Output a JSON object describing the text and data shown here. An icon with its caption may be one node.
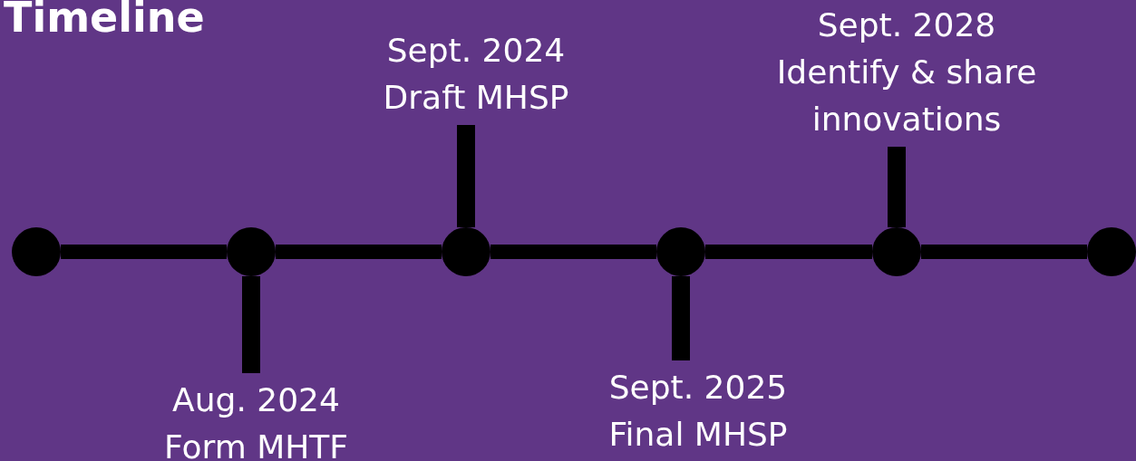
{
  "diagram": {
    "title": "Timeline",
    "nodes": [
      {
        "text": [],
        "shape": "circle"
      },
      {
        "text": [],
        "shape": "circle"
      },
      {
        "text": [],
        "shape": "circle"
      },
      {
        "text": [],
        "shape": "circle"
      },
      {
        "text": [],
        "shape": "circle"
      },
      {
        "text": [],
        "shape": "circle"
      },
      {
        "text": [
          "Sept. 2024",
          "Draft MHSP"
        ]
      },
      {
        "text": [
          "Sept. 2028",
          "Identify & share innovations"
        ]
      },
      {
        "text": [
          "Aug. 2024",
          "Form MHTF"
        ]
      },
      {
        "text": [
          "Sept. 2025",
          "Final MHSP"
        ]
      }
    ],
    "edges": [
      {
        "from": 0,
        "to": 1,
        "arrow": "none"
      },
      {
        "from": 1,
        "to": 2,
        "arrow": "none"
      },
      {
        "from": 2,
        "to": 3,
        "arrow": "none"
      },
      {
        "from": 3,
        "to": 4,
        "arrow": "none"
      },
      {
        "from": 4,
        "to": 5,
        "arrow": "none"
      },
      {
        "from": 6,
        "to": 2,
        "arrow": "none"
      },
      {
        "from": 7,
        "to": 4,
        "arrow": "none"
      },
      {
        "from": 8,
        "to": 1,
        "arrow": "none"
      },
      {
        "from": 9,
        "to": 3,
        "arrow": "none"
      }
    ]
  }
}
